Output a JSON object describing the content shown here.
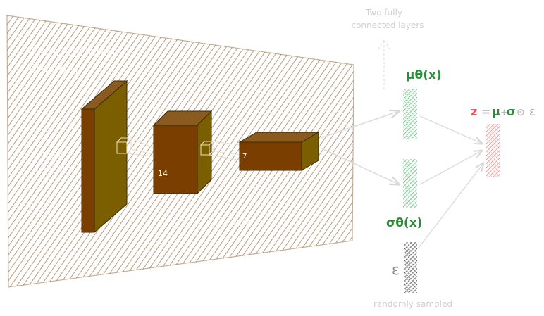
{
  "encoder": {
    "title_line1": "Convolutional",
    "title_line2": "Encoder",
    "input_label_line1": "Input",
    "input_label_line2": "Image",
    "dim_28": "28",
    "dim_14": "14",
    "dim_7": "7",
    "dim_1": "1",
    "footer_label": "Encoder",
    "colors": {
      "hatch": "#a27c57",
      "block_front": "#7a3f00",
      "block_side": "#7a5e00",
      "block_top": "#8b5a1e"
    }
  },
  "heads": {
    "fc_note_line1": "Two fully",
    "fc_note_line2": "connected layers",
    "mu_label": "μθ(x)",
    "sigma_label": "σθ(x)",
    "epsilon_label": "ε",
    "random_note": "randomly sampled",
    "colors": {
      "green": "#2e8b3a",
      "green_fill": "#76c48a",
      "gray_fill": "#555555",
      "red_fill": "#ec8a8a"
    }
  },
  "latent": {
    "z": "z",
    "eq": "=",
    "mu": "μ",
    "plus": "+",
    "sigma": "σ",
    "odot": "⊙",
    "epsilon": "ε",
    "colors": {
      "z": "#ee5555",
      "green": "#2e8b3a",
      "gray": "#aaaaaa"
    }
  }
}
